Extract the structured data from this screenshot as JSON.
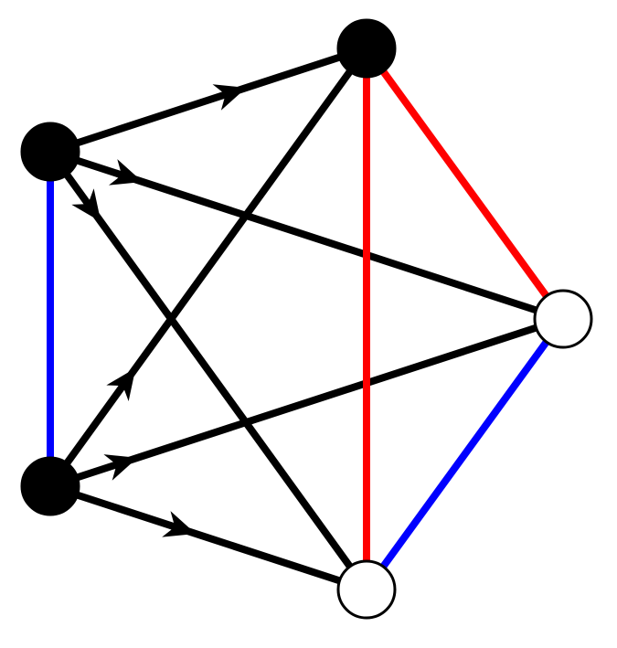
{
  "graph": {
    "nodes": [
      {
        "id": "top",
        "fill": "filled"
      },
      {
        "id": "upper-left",
        "fill": "filled"
      },
      {
        "id": "lower-left",
        "fill": "filled"
      },
      {
        "id": "right",
        "fill": "open"
      },
      {
        "id": "bottom",
        "fill": "open"
      }
    ],
    "edges": [
      {
        "from": "upper-left",
        "to": "top",
        "color": "#000000",
        "directed": true
      },
      {
        "from": "upper-left",
        "to": "right",
        "color": "#000000",
        "directed": true
      },
      {
        "from": "upper-left",
        "to": "bottom",
        "color": "#000000",
        "directed": true
      },
      {
        "from": "lower-left",
        "to": "top",
        "color": "#000000",
        "directed": true
      },
      {
        "from": "lower-left",
        "to": "right",
        "color": "#000000",
        "directed": true
      },
      {
        "from": "lower-left",
        "to": "bottom",
        "color": "#000000",
        "directed": true
      },
      {
        "from": "upper-left",
        "to": "lower-left",
        "color": "#0000ff",
        "directed": false
      },
      {
        "from": "top",
        "to": "right",
        "color": "#ff0000",
        "directed": false
      },
      {
        "from": "top",
        "to": "bottom",
        "color": "#ff0000",
        "directed": false
      },
      {
        "from": "right",
        "to": "bottom",
        "color": "#0000ff",
        "directed": false
      }
    ]
  },
  "colors": {
    "filled_node": "#000000",
    "open_node_fill": "#ffffff",
    "node_stroke": "#000000",
    "arrow": "#000000"
  }
}
